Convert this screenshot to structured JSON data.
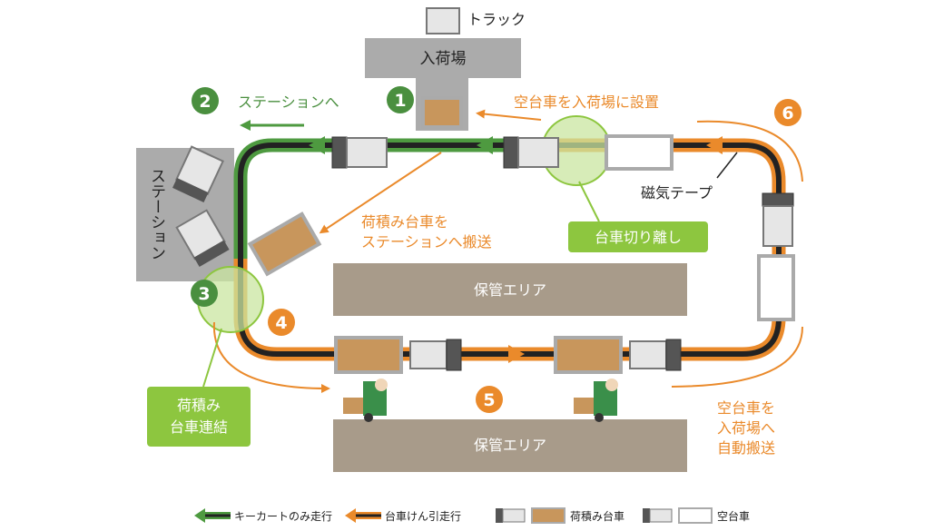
{
  "colors": {
    "orange": "#ea8a2b",
    "green_line": "#4e9a40",
    "green_num": "#4a8f3f",
    "green_box": "#8dc63f",
    "highlight": "#c9e5a0",
    "area_gray": "#ababab",
    "storage": "#a89b8a",
    "cargo": "#c8965c",
    "track_dark": "#222222"
  },
  "labels": {
    "truck": "トラック",
    "receiving": "入荷場",
    "station": "ステーション",
    "storage_top": "保管エリア",
    "storage_bottom": "保管エリア",
    "magnetic_tape": "磁気テープ",
    "to_station": "ステーションへ",
    "place_empty": "空台車を入荷場に設置",
    "loaded_to_station_1": "荷積み台車を",
    "loaded_to_station_2": "ステーションへ搬送",
    "detach": "台車切り離し",
    "connect_1": "荷積み",
    "connect_2": "台車連結",
    "empty_auto_1": "空台車を",
    "empty_auto_2": "入荷場へ",
    "empty_auto_3": "自動搬送"
  },
  "steps": {
    "s1": "1",
    "s2": "2",
    "s3": "3",
    "s4": "4",
    "s5": "5",
    "s6": "6"
  },
  "legend": {
    "cart_only": "キーカートのみ走行",
    "towing": "台車けん引走行",
    "loaded_cart": "荷積み台車",
    "empty_cart": "空台車"
  }
}
